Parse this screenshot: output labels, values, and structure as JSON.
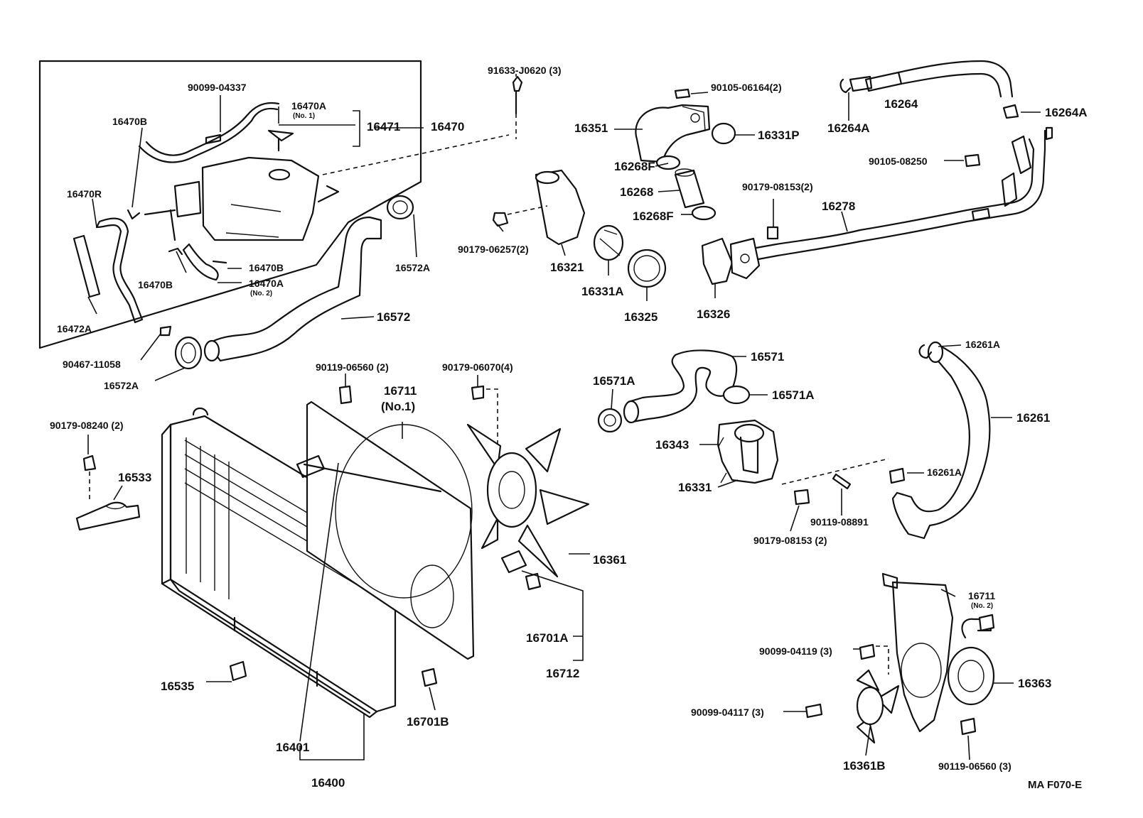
{
  "diagram_code": "MA F070-E",
  "colors": {
    "ink": "#111111",
    "paper": "#ffffff"
  },
  "labels": {
    "l_90099_04337": "90099-04337",
    "l_16470A_1": "16470A",
    "l_16470A_1_sub": "(No. 1)",
    "l_16471": "16471",
    "l_16470": "16470",
    "l_16470B_top": "16470B",
    "l_16470R": "16470R",
    "l_16470B_mid": "16470B",
    "l_16470B_low": "16470B",
    "l_16470A_2": "16470A",
    "l_16470A_2_sub": "(No. 2)",
    "l_16472A": "16472A",
    "l_90467_11058": "90467-11058",
    "l_16572A_bot": "16572A",
    "l_16572": "16572",
    "l_16572A_top": "16572A",
    "l_91633_J0620": "91633-J0620 (3)",
    "l_90179_06257": "90179-06257(2)",
    "l_16321": "16321",
    "l_16331A": "16331A",
    "l_16325": "16325",
    "l_90105_06164": "90105-06164(2)",
    "l_16351": "16351",
    "l_16331P": "16331P",
    "l_16268F_top": "16268F",
    "l_16268": "16268",
    "l_16268F_bot": "16268F",
    "l_16326": "16326",
    "l_16264A_left": "16264A",
    "l_16264": "16264",
    "l_16264A_right": "16264A",
    "l_90105_08250": "90105-08250",
    "l_90179_08153_top": "90179-08153(2)",
    "l_16278": "16278",
    "l_16261A_top": "16261A",
    "l_16261": "16261",
    "l_16261A_mid": "16261A",
    "l_16571": "16571",
    "l_16571A_left": "16571A",
    "l_16571A_right": "16571A",
    "l_16343": "16343",
    "l_16331": "16331",
    "l_90119_08891": "90119-08891",
    "l_90179_08153_bot": "90179-08153 (2)",
    "l_90119_06560_top": "90119-06560 (2)",
    "l_90179_06070": "90179-06070(4)",
    "l_16711_1": "16711",
    "l_16711_1_sub": "(No.1)",
    "l_90179_08240": "90179-08240 (2)",
    "l_16533": "16533",
    "l_16361": "16361",
    "l_16701A": "16701A",
    "l_16712": "16712",
    "l_16535": "16535",
    "l_16701B": "16701B",
    "l_16401": "16401",
    "l_16400": "16400",
    "l_16711_2": "16711",
    "l_16711_2_sub": "(No. 2)",
    "l_90099_04119": "90099-04119 (3)",
    "l_16363": "16363",
    "l_90099_04117": "90099-04117 (3)",
    "l_16361B": "16361B",
    "l_90119_06560_bot": "90119-06560 (3)"
  }
}
